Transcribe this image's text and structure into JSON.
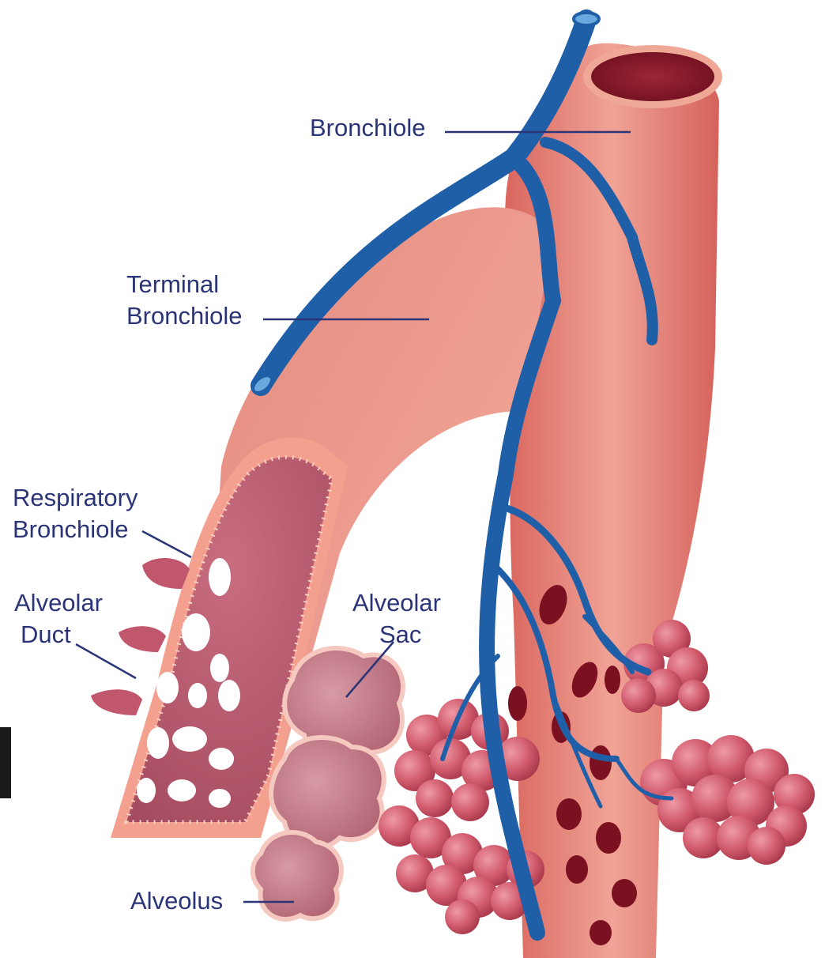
{
  "labels": {
    "bronchiole": "Bronchiole",
    "terminal_bronchiole": [
      "Terminal",
      "Bronchiole"
    ],
    "respiratory_bronchiole": [
      "Respiratory",
      "Bronchiole"
    ],
    "alveolar_duct": [
      "Alveolar",
      "Duct"
    ],
    "alveolar_sac": [
      "Alveolar",
      "Sac"
    ],
    "alveolus": "Alveolus"
  },
  "colors": {
    "label_text": "#2a3477",
    "leader_line": "#2a3477",
    "bronchiole_tissue": "#e07a72",
    "bronchiole_lumen": "#8c1f2c",
    "blood_vessel": "#1f5fa8",
    "alveoli": "#c84a5c",
    "duct_interior": "#b8566a"
  }
}
